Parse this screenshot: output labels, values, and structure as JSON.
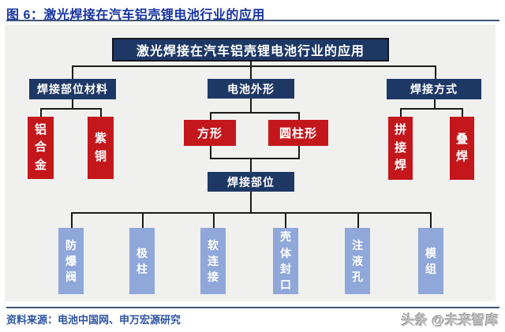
{
  "page": {
    "title": "图 6：激光焊接在汽车铝壳锂电池行业的应用",
    "source": "资料来源：电池中国网、申万宏源研究",
    "watermark": "头条 @未来智库"
  },
  "diagram": {
    "root": "激光焊接在汽车铝壳锂电池行业的应用",
    "material": {
      "label": "焊接部位材料",
      "children": [
        "铝合金",
        "紫铜"
      ]
    },
    "shape": {
      "label": "电池外形",
      "children": [
        "方形",
        "圆柱形"
      ]
    },
    "method": {
      "label": "焊接方式",
      "children": [
        "拼接焊",
        "叠焊"
      ]
    },
    "weld_part": {
      "label": "焊接部位",
      "children": [
        "防爆阀",
        "极柱",
        "软连接",
        "壳体封口",
        "注液孔",
        "模组"
      ]
    }
  },
  "colors": {
    "navy_box": "#1e3866",
    "red_box": "#c4171c",
    "light_blue_box": "#8fa7d9",
    "panel_background": "#f0f0ee",
    "title_blue": "#1733a2",
    "source_blue": "#2b53a0",
    "connector_line": "#1a1a1a",
    "rule_line": "#3e5578",
    "watermark_gray": "#c2c2c2"
  }
}
